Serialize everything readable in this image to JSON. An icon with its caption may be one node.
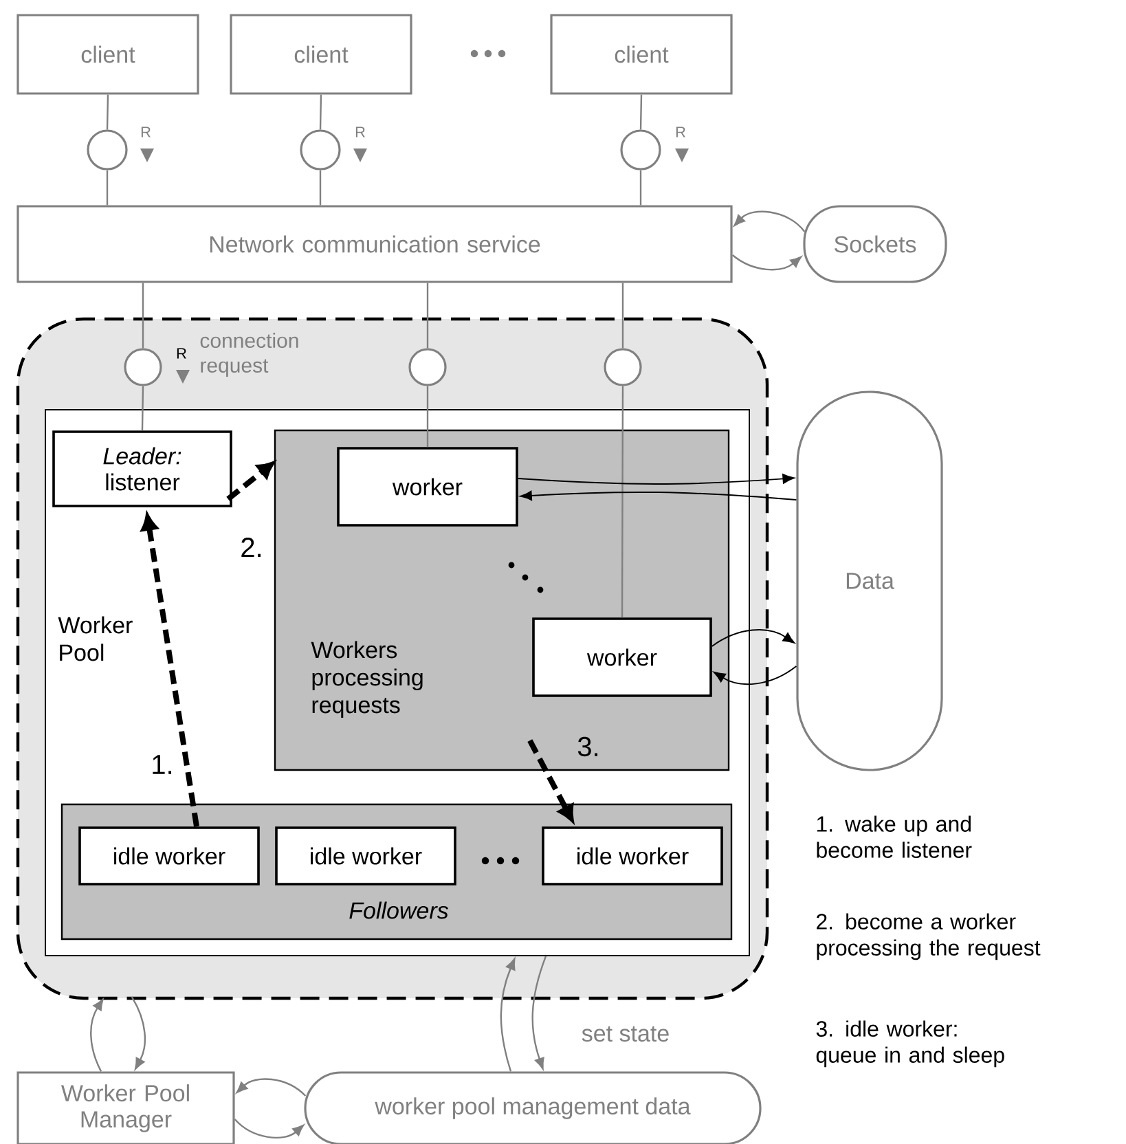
{
  "diagram": {
    "nodes": [
      {
        "text": [
          "client"
        ]
      },
      {
        "text": [
          "client"
        ]
      },
      {
        "text": [
          "client"
        ]
      },
      {
        "text": [],
        "shape": "circle"
      },
      {
        "text": [],
        "shape": "circle"
      },
      {
        "text": [],
        "shape": "circle"
      },
      {
        "text": [
          "Network communication service"
        ]
      },
      {
        "text": [
          "Sockets"
        ]
      },
      {
        "text": [],
        "shape": "box"
      },
      {
        "text": [],
        "shape": "circle",
        "in": 8
      },
      {
        "text": [],
        "shape": "circle",
        "in": 8
      },
      {
        "text": [],
        "shape": "circle",
        "in": 8
      },
      {
        "text": [
          "Worker Pool"
        ],
        "in": 8
      },
      {
        "text": [
          "Leader:",
          "listener"
        ],
        "in": 12
      },
      {
        "text": [
          "Workers processing requests"
        ],
        "in": 12
      },
      {
        "text": [
          "worker"
        ],
        "in": 14
      },
      {
        "text": [
          "worker"
        ],
        "in": 14
      },
      {
        "text": [
          "Followers"
        ],
        "in": 12
      },
      {
        "text": [
          "idle worker"
        ],
        "in": 17
      },
      {
        "text": [
          "idle worker"
        ],
        "in": 17
      },
      {
        "text": [
          "idle worker"
        ],
        "in": 17
      },
      {
        "text": [
          "Data"
        ]
      },
      {
        "text": [
          "Worker Pool Manager"
        ]
      },
      {
        "text": [
          "worker pool management data"
        ]
      }
    ],
    "edges": [
      {
        "from": 0,
        "to": 3,
        "arrow": "none"
      },
      {
        "from": 3,
        "to": 6,
        "arrow": "none"
      },
      {
        "from": 1,
        "to": 4,
        "arrow": "none"
      },
      {
        "from": 4,
        "to": 6,
        "arrow": "none"
      },
      {
        "from": 2,
        "to": 5,
        "arrow": "none"
      },
      {
        "from": 5,
        "to": 6,
        "arrow": "none"
      },
      {
        "from": 7,
        "to": 6,
        "arrow": "to"
      },
      {
        "from": 6,
        "to": 7,
        "arrow": "to"
      },
      {
        "from": 6,
        "to": 9,
        "arrow": "none"
      },
      {
        "from": 9,
        "to": 13,
        "arrow": "none"
      },
      {
        "from": 6,
        "to": 10,
        "arrow": "none"
      },
      {
        "from": 10,
        "to": 15,
        "arrow": "none"
      },
      {
        "from": 6,
        "to": 11,
        "arrow": "none"
      },
      {
        "from": 11,
        "to": 16,
        "arrow": "none"
      },
      {
        "from": 15,
        "to": 21,
        "arrow": "to",
        "color": "#000000"
      },
      {
        "from": 21,
        "to": 15,
        "arrow": "to",
        "color": "#000000"
      },
      {
        "from": 16,
        "to": 21,
        "arrow": "to",
        "color": "#000000"
      },
      {
        "from": 21,
        "to": 16,
        "arrow": "to",
        "color": "#000000"
      },
      {
        "from": 18,
        "to": 13,
        "arrow": "to",
        "label": "1.",
        "style": "dashed",
        "color": "#000000"
      },
      {
        "from": 13,
        "to": 14,
        "arrow": "to",
        "label": "2.",
        "style": "dashed",
        "color": "#000000"
      },
      {
        "from": 14,
        "to": 20,
        "arrow": "to",
        "label": "3.",
        "style": "dashed",
        "color": "#000000"
      },
      {
        "from": 22,
        "to": 8,
        "arrow": "to"
      },
      {
        "from": 8,
        "to": 22,
        "arrow": "to"
      },
      {
        "from": 23,
        "to": 22,
        "arrow": "to"
      },
      {
        "from": 22,
        "to": 23,
        "arrow": "to"
      },
      {
        "from": 23,
        "to": 12,
        "arrow": "to"
      },
      {
        "from": 12,
        "to": 23,
        "arrow": "to",
        "label": "set state"
      }
    ],
    "labels": [
      "R",
      "R",
      "R",
      "R",
      "connection request",
      "1. wake up and become listener",
      "2. become a worker processing the request",
      "3. idle worker: queue in and sleep"
    ]
  }
}
